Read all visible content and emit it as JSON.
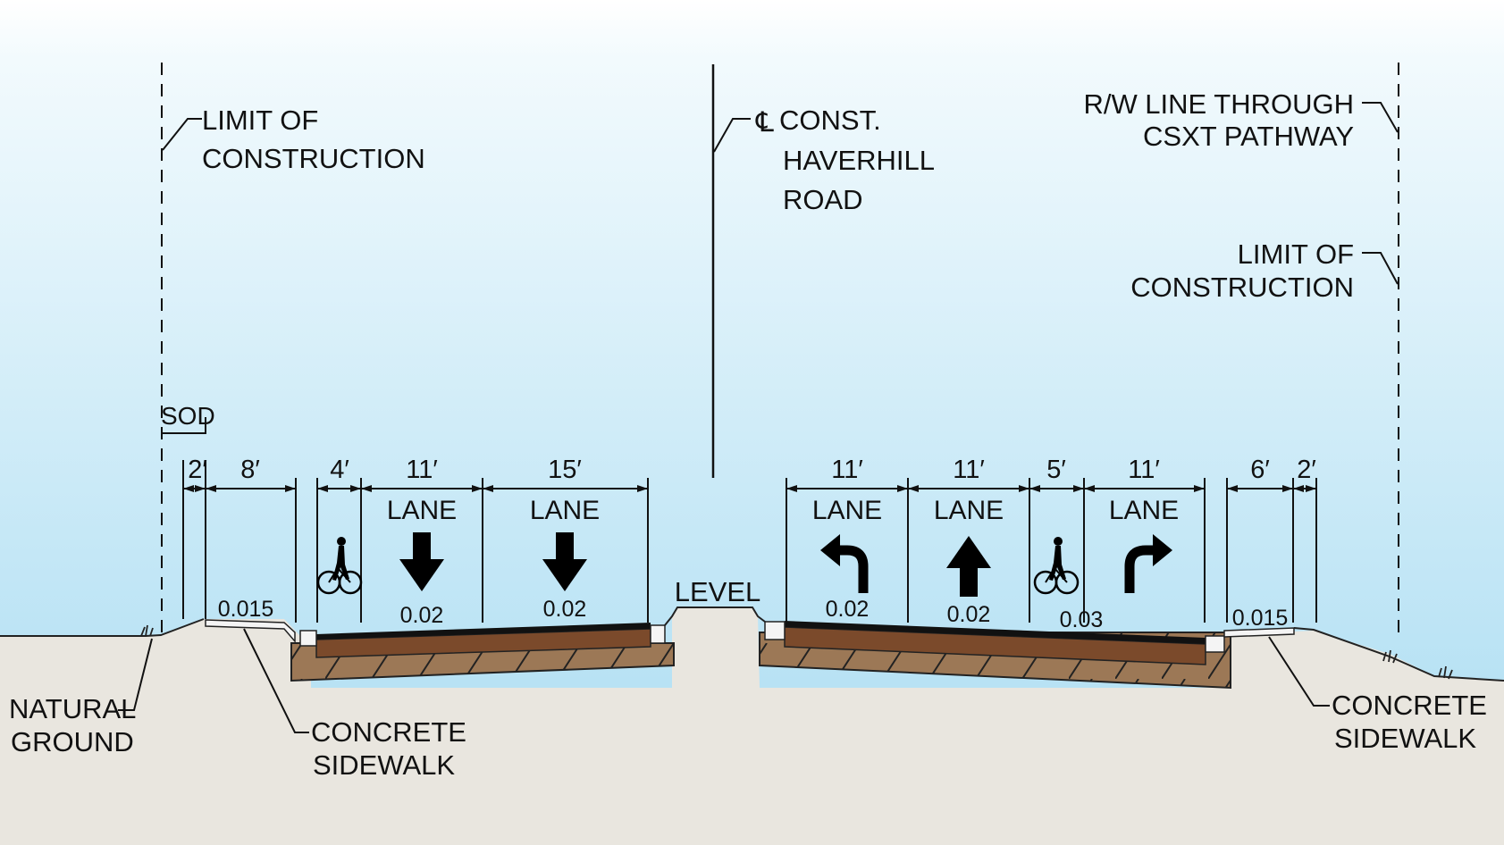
{
  "labels": {
    "loc_left_1": "LIMIT OF",
    "loc_left_2": "CONSTRUCTION",
    "cl_mark": "℄",
    "cl_1": "CONST.",
    "cl_2": "HAVERHILL",
    "cl_3": "ROAD",
    "rw_1": "R/W LINE THROUGH",
    "rw_2": "CSXT PATHWAY",
    "loc_right_1": "LIMIT OF",
    "loc_right_2": "CONSTRUCTION",
    "sod": "SOD",
    "level": "LEVEL",
    "ng_1": "NATURAL",
    "ng_2": "GROUND",
    "sw_left_1": "CONCRETE",
    "sw_left_2": "SIDEWALK",
    "sw_right_1": "CONCRETE",
    "sw_right_2": "SIDEWALK"
  },
  "dimensions": {
    "left": [
      "2′",
      "8′",
      "4′",
      "11′",
      "15′"
    ],
    "right": [
      "11′",
      "11′",
      "5′",
      "11′",
      "6′",
      "2′"
    ]
  },
  "lane_label": "LANE",
  "slopes": {
    "sidewalk_left": "0.015",
    "lane_left_1": "0.02",
    "lane_left_2": "0.02",
    "lane_right_1": "0.02",
    "lane_right_2": "0.02",
    "bike_right": "0.03",
    "sidewalk_right": "0.015"
  },
  "colors": {
    "sky_top": "#ffffff",
    "sky_bottom": "#a9dcf2",
    "ground": "#e9e6df",
    "asphalt": "#111111",
    "base": "#7b4a2b",
    "subbase": "#9c7856",
    "concrete": "#f4f4f4"
  },
  "icons": {
    "left_lane_1": "down-arrow-icon",
    "left_lane_2": "down-arrow-icon",
    "right_lane_1": "left-turn-arrow-icon",
    "right_lane_2": "up-arrow-icon",
    "right_lane_3": "right-turn-arrow-icon",
    "bike": "bicyclist-icon"
  }
}
